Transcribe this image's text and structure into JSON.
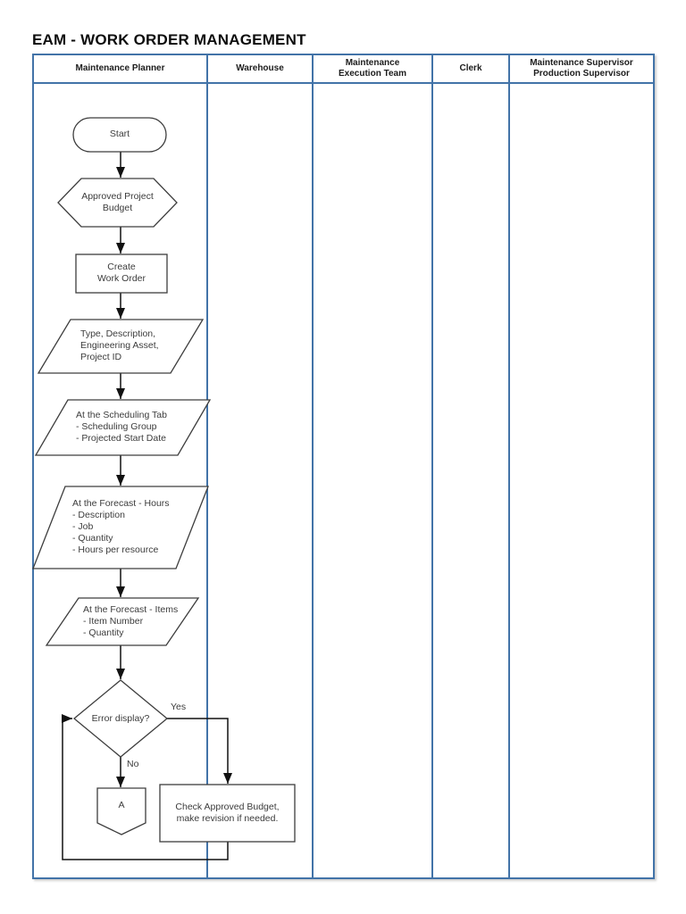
{
  "title": "EAM - WORK ORDER MANAGEMENT",
  "lanes": [
    {
      "label": "Maintenance Planner"
    },
    {
      "label": "Warehouse"
    },
    {
      "label": "Maintenance\nExecution Team"
    },
    {
      "label": "Clerk"
    },
    {
      "label": "Maintenance Supervisor\nProduction Supervisor"
    }
  ],
  "flowchart": {
    "type": "swimlane-flowchart",
    "nodes": [
      {
        "id": "start",
        "shape": "terminator",
        "lane": "Maintenance Planner",
        "label": "Start"
      },
      {
        "id": "approved-project-budget",
        "shape": "preparation-hexagon",
        "lane": "Maintenance Planner",
        "label": "Approved Project\nBudget"
      },
      {
        "id": "create-work-order",
        "shape": "process",
        "lane": "Maintenance Planner",
        "label": "Create\nWork Order"
      },
      {
        "id": "work-order-details",
        "shape": "data-parallelogram",
        "lane": "Maintenance Planner",
        "label": "Type, Description,\nEngineering Asset,\nProject ID"
      },
      {
        "id": "scheduling-tab",
        "shape": "data-parallelogram",
        "lane": "Maintenance Planner",
        "label": "At the Scheduling Tab\n- Scheduling Group\n- Projected Start Date"
      },
      {
        "id": "forecast-hours",
        "shape": "data-parallelogram",
        "lane": "Maintenance Planner",
        "label": "At the Forecast - Hours\n- Description\n- Job\n- Quantity\n- Hours per resource"
      },
      {
        "id": "forecast-items",
        "shape": "data-parallelogram",
        "lane": "Maintenance Planner",
        "label": "At the Forecast - Items\n- Item Number\n- Quantity"
      },
      {
        "id": "error-display",
        "shape": "decision-diamond",
        "lane": "Maintenance Planner",
        "label": "Error display?"
      },
      {
        "id": "connector-a",
        "shape": "off-page-connector",
        "lane": "Maintenance Planner",
        "label": "A"
      },
      {
        "id": "check-approved-budget",
        "shape": "process",
        "lane": "Maintenance Planner / Warehouse",
        "label": "Check Approved Budget,\nmake revision if needed."
      }
    ],
    "edges": [
      {
        "from": "error-display",
        "to": "check-approved-budget",
        "label": "Yes"
      },
      {
        "from": "error-display",
        "to": "connector-a",
        "label": "No"
      },
      {
        "from": "check-approved-budget",
        "to": "error-display",
        "label": ""
      }
    ]
  },
  "colors": {
    "lane_border": "#4273a8",
    "shape_border": "#3d3d3d",
    "shape_text": "#3c3c3c",
    "connector": "#111111",
    "background": "#ffffff"
  }
}
